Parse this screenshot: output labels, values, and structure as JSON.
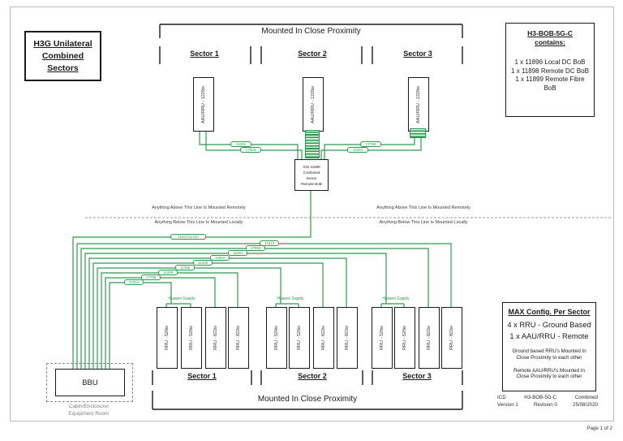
{
  "colors": {
    "cable_green": "#2d9b4f",
    "page_border_gray": "#b9b9b9",
    "room_text_gray": "#808080"
  },
  "header": {
    "title_lines": [
      "H3G Unilateral",
      "Combined",
      "Sectors"
    ],
    "proximity_label": "Mounted In Close Proximity",
    "sectors": [
      "Sector 1",
      "Sector 2",
      "Sector 3"
    ]
  },
  "contains_box": {
    "title": "H3-BOB-5G-C",
    "subtitle": "contains:",
    "items": [
      "1 x 11896 Local DC BoB",
      "1 x 11898 Remote DC BoB",
      "1 x 11899 Remote Fibre BoB"
    ]
  },
  "remote_section": {
    "aau_label": "AAU/RRU - 1220w",
    "cable_labels": [
      "11294",
      "17993",
      "17799",
      "11294"
    ],
    "remote_bob_lines": [
      "ICD 11899",
      "Combined",
      "Sector",
      "Remote BoB"
    ]
  },
  "boundary": {
    "above_label": "Anything Above This Line Is Mounted Remotely",
    "below_label": "Anything Below This Line Is Mounted Locally"
  },
  "distribution": {
    "trunk_label": "11207/11793",
    "branch_labels": [
      "11613",
      "17993",
      "11294",
      "11594",
      "11258",
      "11358",
      "11259",
      "17799",
      "11294"
    ]
  },
  "local_section": {
    "supply_label": "Huawei Supply",
    "rru_labels": [
      "RRU - 520w",
      "RRU - 520w",
      "RRU - 822w",
      "RRU - 822w"
    ],
    "sectors": [
      "Sector 1",
      "Sector 2",
      "Sector 3"
    ],
    "proximity_label": "Mounted In Close Proximity",
    "bbu_label": "BBU",
    "room_lines": [
      "Cabin/Enclosure/",
      "Equipment Room"
    ]
  },
  "max_config_box": {
    "title": "MAX Config. Per Sector",
    "config_lines": [
      "4 x RRU - Ground Based",
      "1 x AAU/RRU - Remote"
    ],
    "notes": [
      "Ground based RRU's Mounted In Close Proximity to each other",
      "Remote AAU/RRU's Mounted In Close Proximity to each other"
    ]
  },
  "title_block": {
    "row1": [
      "ICD",
      "H3-BOB-5G-C",
      "Combined"
    ],
    "row2": [
      "Version 1",
      "Revision 0",
      "25/08/2020"
    ]
  },
  "footer": {
    "page_label": "Page 1 of 2"
  }
}
